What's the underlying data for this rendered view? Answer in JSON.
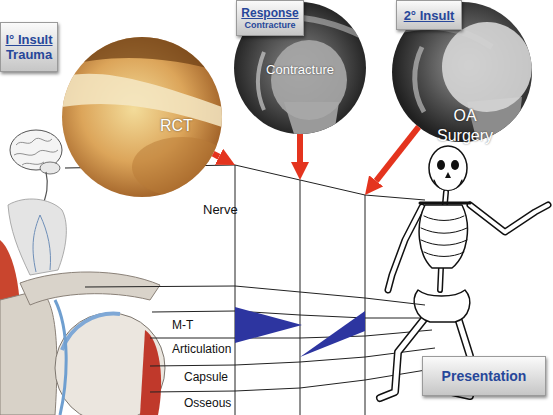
{
  "diagram": {
    "nodes": [
      {
        "text": [
          "I° Insult",
          "Trauma"
        ]
      },
      {
        "text": [
          "RCT"
        ]
      },
      {
        "text": [
          "Response",
          "Contracture"
        ]
      },
      {
        "text": [
          "Contracture"
        ]
      },
      {
        "text": [
          "2° Insult"
        ]
      },
      {
        "text": [
          "OA Surgery"
        ]
      },
      {
        "text": [
          "Nerve"
        ]
      },
      {
        "text": [
          "M-T"
        ]
      },
      {
        "text": [
          "Articulation"
        ]
      },
      {
        "text": [
          "Capsule"
        ]
      },
      {
        "text": [
          "Osseous"
        ]
      },
      {
        "text": [
          "Presentation"
        ]
      }
    ],
    "edges": [
      {
        "from": 1,
        "to": 6,
        "arrow": "to"
      },
      {
        "from": 3,
        "to": 6,
        "arrow": "to"
      },
      {
        "from": 5,
        "to": 6,
        "arrow": "to"
      }
    ]
  }
}
